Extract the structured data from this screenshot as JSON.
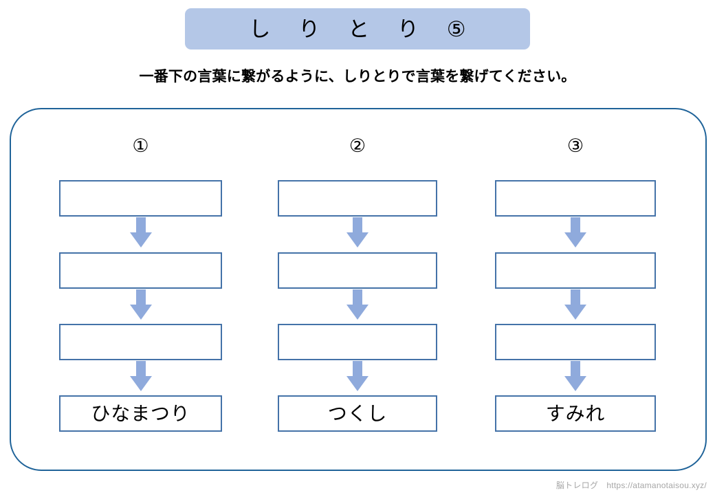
{
  "title": {
    "text": "し り と り ⑤"
  },
  "instruction": {
    "text": "一番下の言葉に繋がるように、しりとりで言葉を繋げてください。"
  },
  "colors": {
    "title_banner_bg": "#b4c7e7",
    "frame_border": "#1f6399",
    "box_border": "#4472a8",
    "arrow_fill": "#8faadc",
    "footer_text": "#a6a6a6"
  },
  "columns": [
    {
      "header": "①",
      "boxes": [
        {
          "value": "",
          "filled": false
        },
        {
          "value": "",
          "filled": false
        },
        {
          "value": "",
          "filled": false
        },
        {
          "value": "ひなまつり",
          "filled": true
        }
      ]
    },
    {
      "header": "②",
      "boxes": [
        {
          "value": "",
          "filled": false
        },
        {
          "value": "",
          "filled": false
        },
        {
          "value": "",
          "filled": false
        },
        {
          "value": "つくし",
          "filled": true
        }
      ]
    },
    {
      "header": "③",
      "boxes": [
        {
          "value": "",
          "filled": false
        },
        {
          "value": "",
          "filled": false
        },
        {
          "value": "",
          "filled": false
        },
        {
          "value": "すみれ",
          "filled": true
        }
      ]
    }
  ],
  "arrows": {
    "icon": "arrow-down-icon",
    "count_per_column": 3
  },
  "footer": {
    "text": "脳トレログ　https://atamanotaisou.xyz/"
  }
}
